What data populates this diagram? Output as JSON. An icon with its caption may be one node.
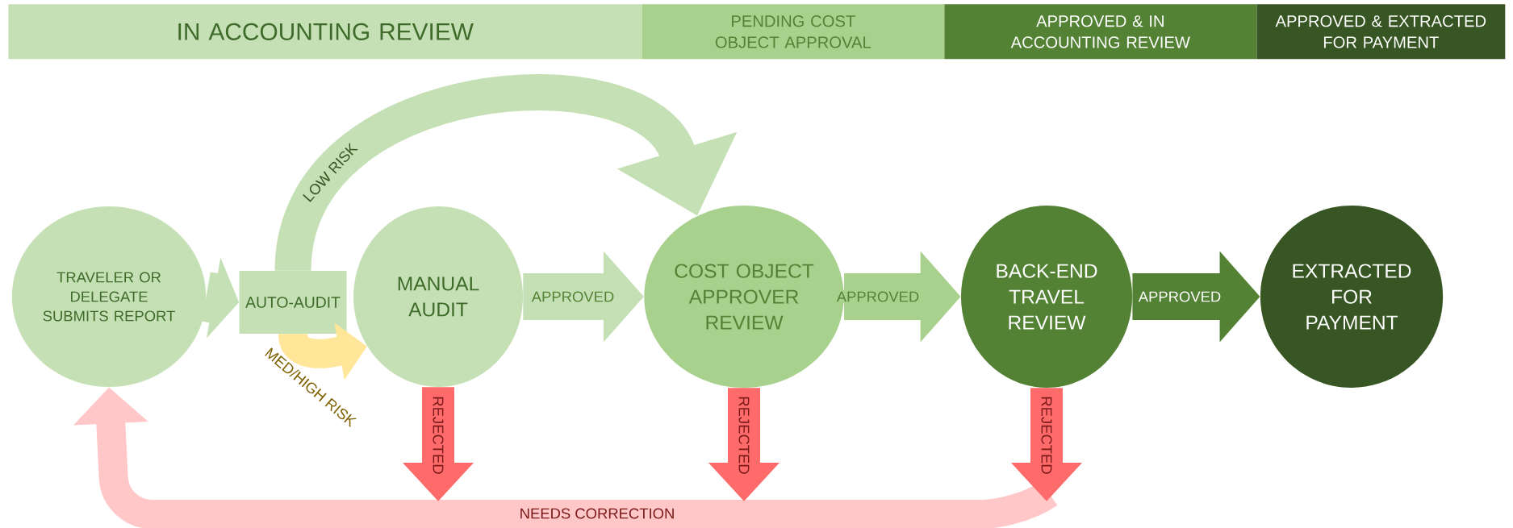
{
  "diagram": {
    "nodes": [
      {
        "text": [
          "IN ACCOUNTING REVIEW"
        ]
      },
      {
        "text": [
          "PENDING COST OBJECT APPROVAL"
        ]
      },
      {
        "text": [
          "APPROVED & IN ACCOUNTING REVIEW"
        ]
      },
      {
        "text": [
          "APPROVED & EXTRACTED FOR PAYMENT"
        ]
      },
      {
        "text": [
          "TRAVELER OR DELEGATE SUBMITS REPORT"
        ]
      },
      {
        "text": [
          "AUTO-AUDIT"
        ]
      },
      {
        "text": [
          "MANUAL AUDIT"
        ]
      },
      {
        "text": [
          "COST OBJECT APPROVER REVIEW"
        ]
      },
      {
        "text": [
          "BACK-END TRAVEL REVIEW"
        ]
      },
      {
        "text": [
          "EXTRACTED FOR PAYMENT"
        ]
      }
    ],
    "edges": [
      {
        "from": 4,
        "to": 5,
        "arrow": "to",
        "color": "#c5e0b4"
      },
      {
        "from": 5,
        "to": 7,
        "arrow": "to",
        "label": "LOW RISK",
        "color": "#c5e0b4"
      },
      {
        "from": 5,
        "to": 6,
        "arrow": "to",
        "label": "MED/HIGH RISK",
        "color": "#ffe699"
      },
      {
        "from": 6,
        "to": 7,
        "arrow": "to",
        "label": "APPROVED",
        "color": "#c5e0b4"
      },
      {
        "from": 7,
        "to": 8,
        "arrow": "to",
        "label": "APPROVED",
        "color": "#a9d18e"
      },
      {
        "from": 8,
        "to": 9,
        "arrow": "to",
        "label": "APPROVED",
        "color": "#548235"
      },
      {
        "from": 6,
        "to": null,
        "arrow": "to",
        "label": "REJECTED",
        "color": "#ff6b6b"
      },
      {
        "from": 7,
        "to": null,
        "arrow": "to",
        "label": "REJECTED",
        "color": "#ff6b6b"
      },
      {
        "from": 8,
        "to": null,
        "arrow": "to",
        "label": "REJECTED",
        "color": "#ff6b6b"
      },
      {
        "from": null,
        "to": 4,
        "arrow": "to",
        "label": "NEEDS CORRECTION",
        "color": "#ffc7c7"
      }
    ]
  }
}
